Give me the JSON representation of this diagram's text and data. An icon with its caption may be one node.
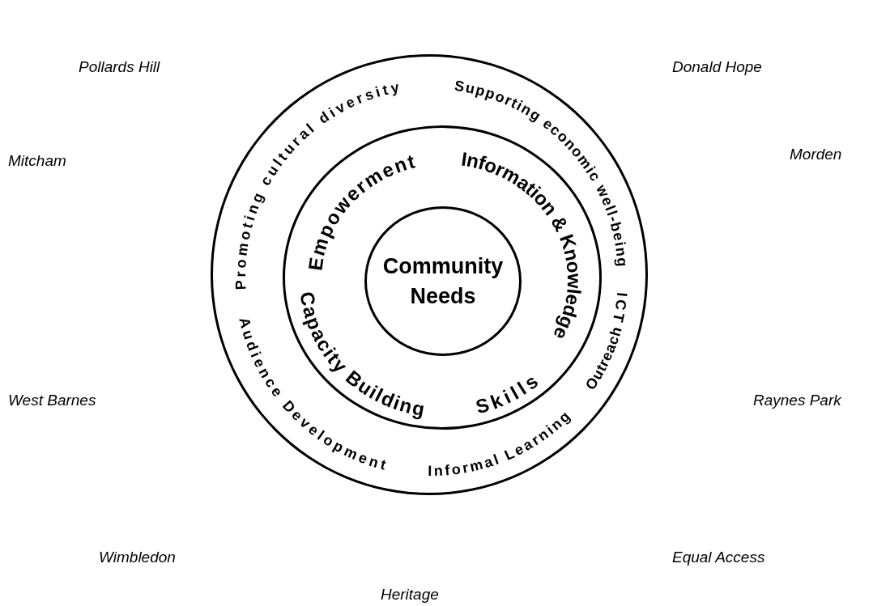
{
  "diagram": {
    "nodes": [
      {
        "text": [],
        "shape": "circle"
      },
      {
        "text": [],
        "shape": "circle",
        "in": 0
      },
      {
        "text": [
          "Community Needs"
        ],
        "in": 1
      }
    ],
    "labels": [
      "Pollards Hill",
      "Donald Hope",
      "Promoting cultural diversity",
      "Supporting economic well-being",
      "Mitcham",
      "Empowerment",
      "Information & Knowledge",
      "Morden",
      "ICT",
      "Capacity Building",
      "Audience Development",
      "Skills",
      "Outreach",
      "West Barnes",
      "Raynes Park",
      "Informal Learning",
      "Wimbledon",
      "Equal Access",
      "Heritage"
    ]
  }
}
